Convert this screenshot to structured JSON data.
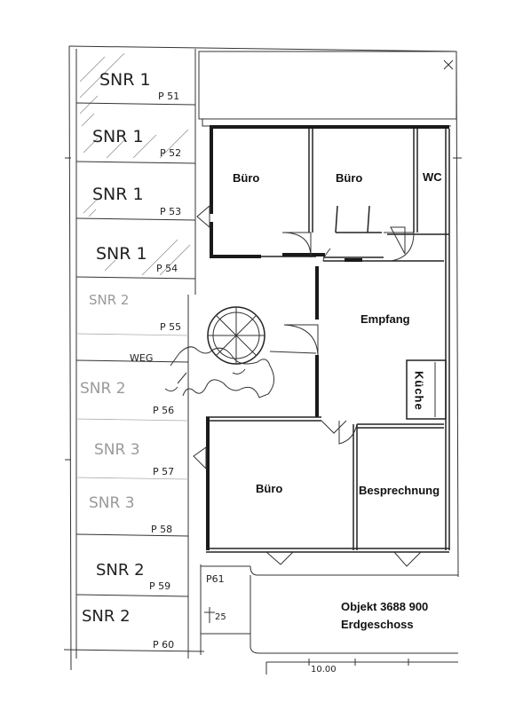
{
  "rooms": {
    "buero_top_left": "Büro",
    "buero_top_mid": "Büro",
    "wc": "WC",
    "empfang": "Empfang",
    "kueche": "Küche",
    "buero_bottom": "Büro",
    "besprechnung": "Besprechnung"
  },
  "parking": [
    {
      "snr": "SNR 1",
      "p": "P 51"
    },
    {
      "snr": "SNR 1",
      "p": "P 52"
    },
    {
      "snr": "SNR 1",
      "p": "P 53"
    },
    {
      "snr": "SNR 1",
      "p": "P 54"
    },
    {
      "snr": "SNR 2",
      "p": "P 55"
    },
    {
      "snr": "SNR 2",
      "p": "P 56"
    },
    {
      "snr": "SNR 3",
      "p": "P 57"
    },
    {
      "snr": "SNR 3",
      "p": "P 58"
    },
    {
      "snr": "SNR 2",
      "p": "P 59"
    },
    {
      "snr": "SNR 2",
      "p": "P 60"
    }
  ],
  "labels": {
    "weg": "WEG",
    "p61": "P61",
    "dim_25": "25",
    "dim_1000": "10.00"
  },
  "title_block": {
    "line1": "Objekt 3688 900",
    "line2": "Erdgeschoss"
  }
}
